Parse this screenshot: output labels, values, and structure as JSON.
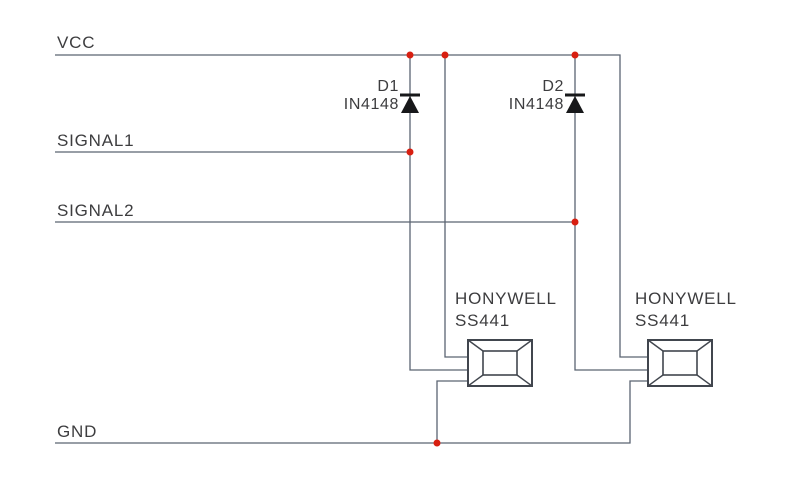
{
  "diagram": {
    "type": "circuit-schematic",
    "description": "Two Honeywell SS441 hall-effect sensors with IN4148 clamp diodes to VCC",
    "colors": {
      "wire": "#5b6472",
      "frame": "#41464e",
      "junction": "#d81f10",
      "diode": "#17181a",
      "text": "#3d3d3f",
      "bg": "#ffffff"
    },
    "rails": {
      "vcc": {
        "label": "VCC"
      },
      "signal1": {
        "label": "SIGNAL1"
      },
      "signal2": {
        "label": "SIGNAL2"
      },
      "gnd": {
        "label": "GND"
      }
    },
    "components": {
      "d1": {
        "designator": "D1",
        "part": "IN4148"
      },
      "d2": {
        "designator": "D2",
        "part": "IN4148"
      },
      "sensor1": {
        "maker": "HONYWELL",
        "model": "SS441"
      },
      "sensor2": {
        "maker": "HONYWELL",
        "model": "SS441"
      }
    }
  }
}
